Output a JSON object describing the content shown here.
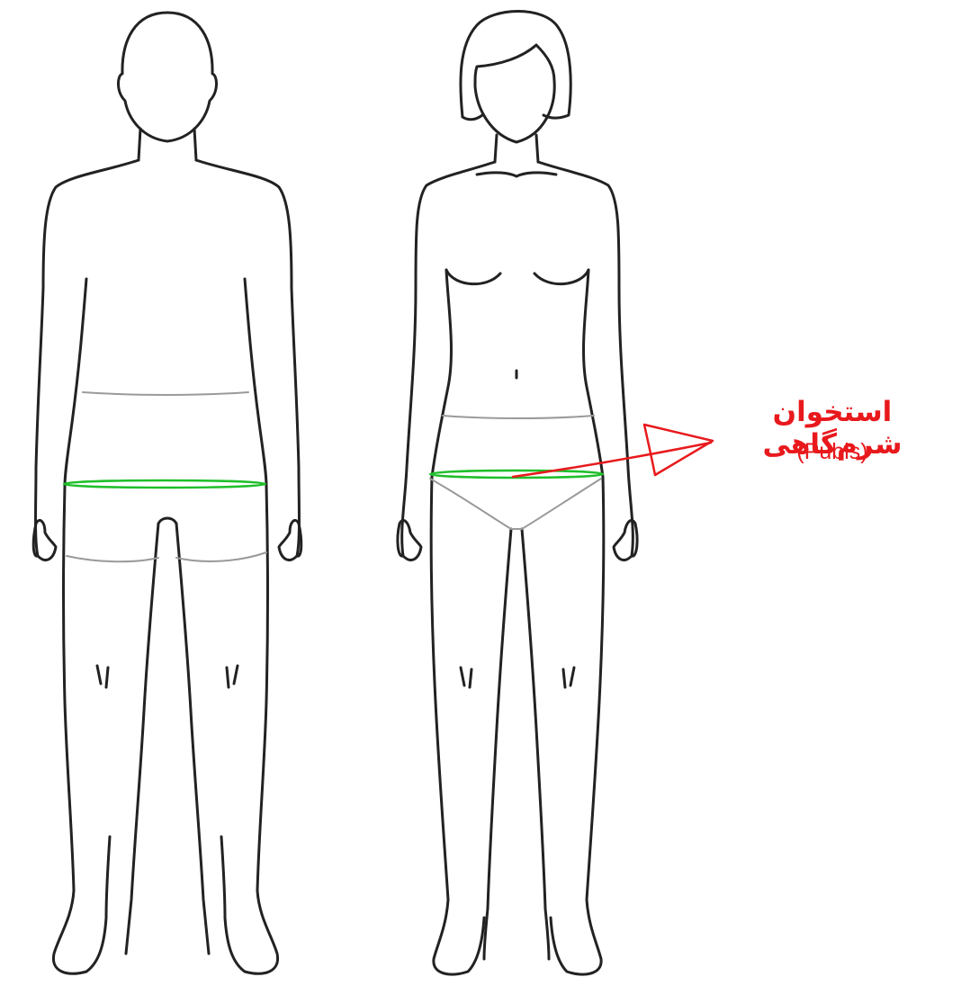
{
  "figures": [
    {
      "name": "male-figure"
    },
    {
      "name": "female-figure"
    }
  ],
  "annotation": {
    "label_fa": "استخوان شرم‌گاهی",
    "label_en": "(Pubis)"
  },
  "colors": {
    "outline": "#222222",
    "garment": "#9a9a9a",
    "pubis_line": "#1fbf2a",
    "annotation": "#e8191c",
    "background": "#ffffff"
  }
}
